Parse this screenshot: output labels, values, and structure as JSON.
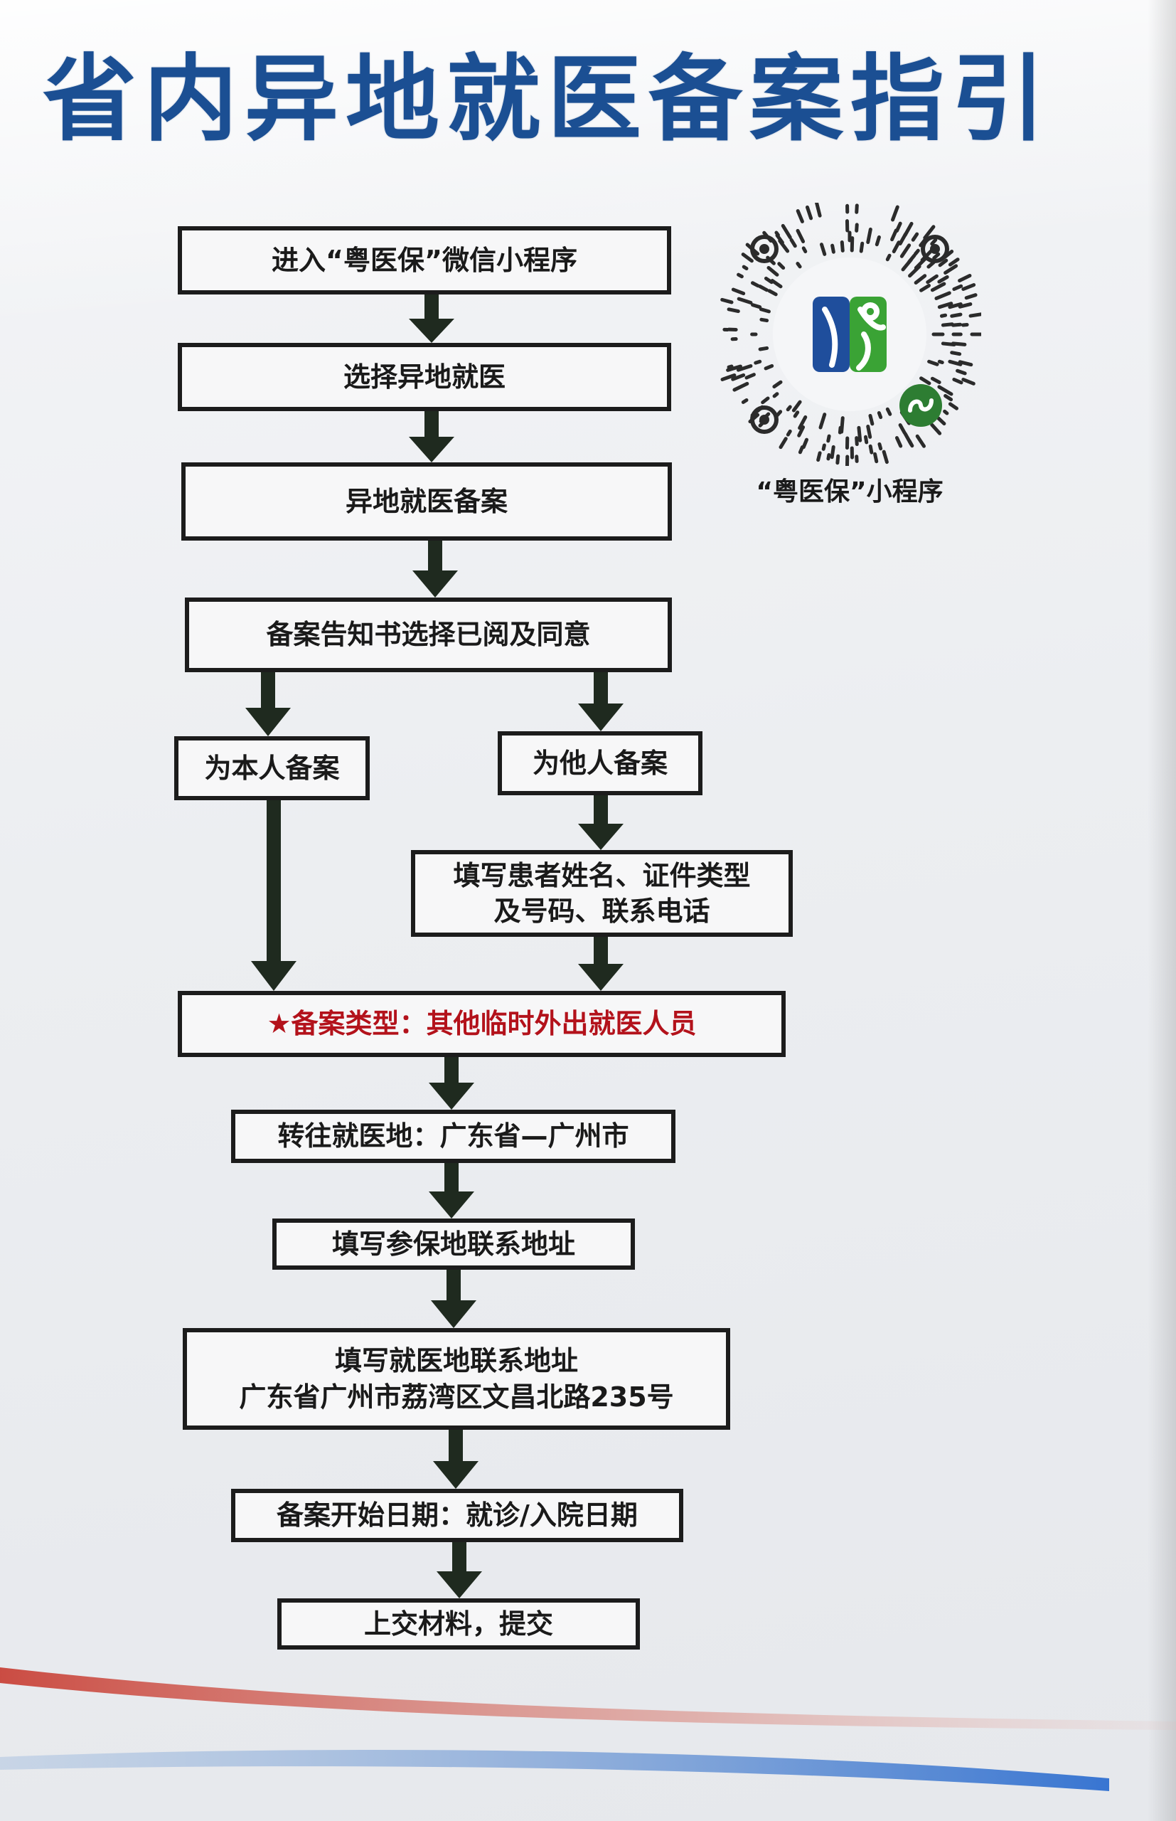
{
  "title": "省内异地就医备案指引",
  "qr": {
    "caption": "“粤医保”小程序",
    "icon": "wechat-mini-program-code-icon",
    "colors": {
      "blue": "#1f4e9c",
      "green": "#3aa335",
      "dark_green": "#2d7d32"
    }
  },
  "steps": {
    "step1": "进入“粤医保”微信小程序",
    "step2": "选择异地就医",
    "step3": "异地就医备案",
    "step4": "备案告知书选择已阅及同意",
    "self": "为本人备案",
    "others": "为他人备案",
    "fill_patient_line1": "填写患者姓名、证件类型",
    "fill_patient_line2": "及号码、联系电话",
    "type": "★备案类型：其他临时外出就医人员",
    "destination": "转往就医地：广东省—广州市",
    "insured_address": "填写参保地联系地址",
    "medical_address_line1": "填写就医地联系地址",
    "medical_address_line2": "广东省广州市荔湾区文昌北路235号",
    "start_date": "备案开始日期：就诊/入院日期",
    "submit": "上交材料，提交"
  },
  "colors": {
    "title": "#1b4f93",
    "highlight": "#b3121b",
    "arrow": "#1f2a1f",
    "border": "#1c1c1c"
  }
}
